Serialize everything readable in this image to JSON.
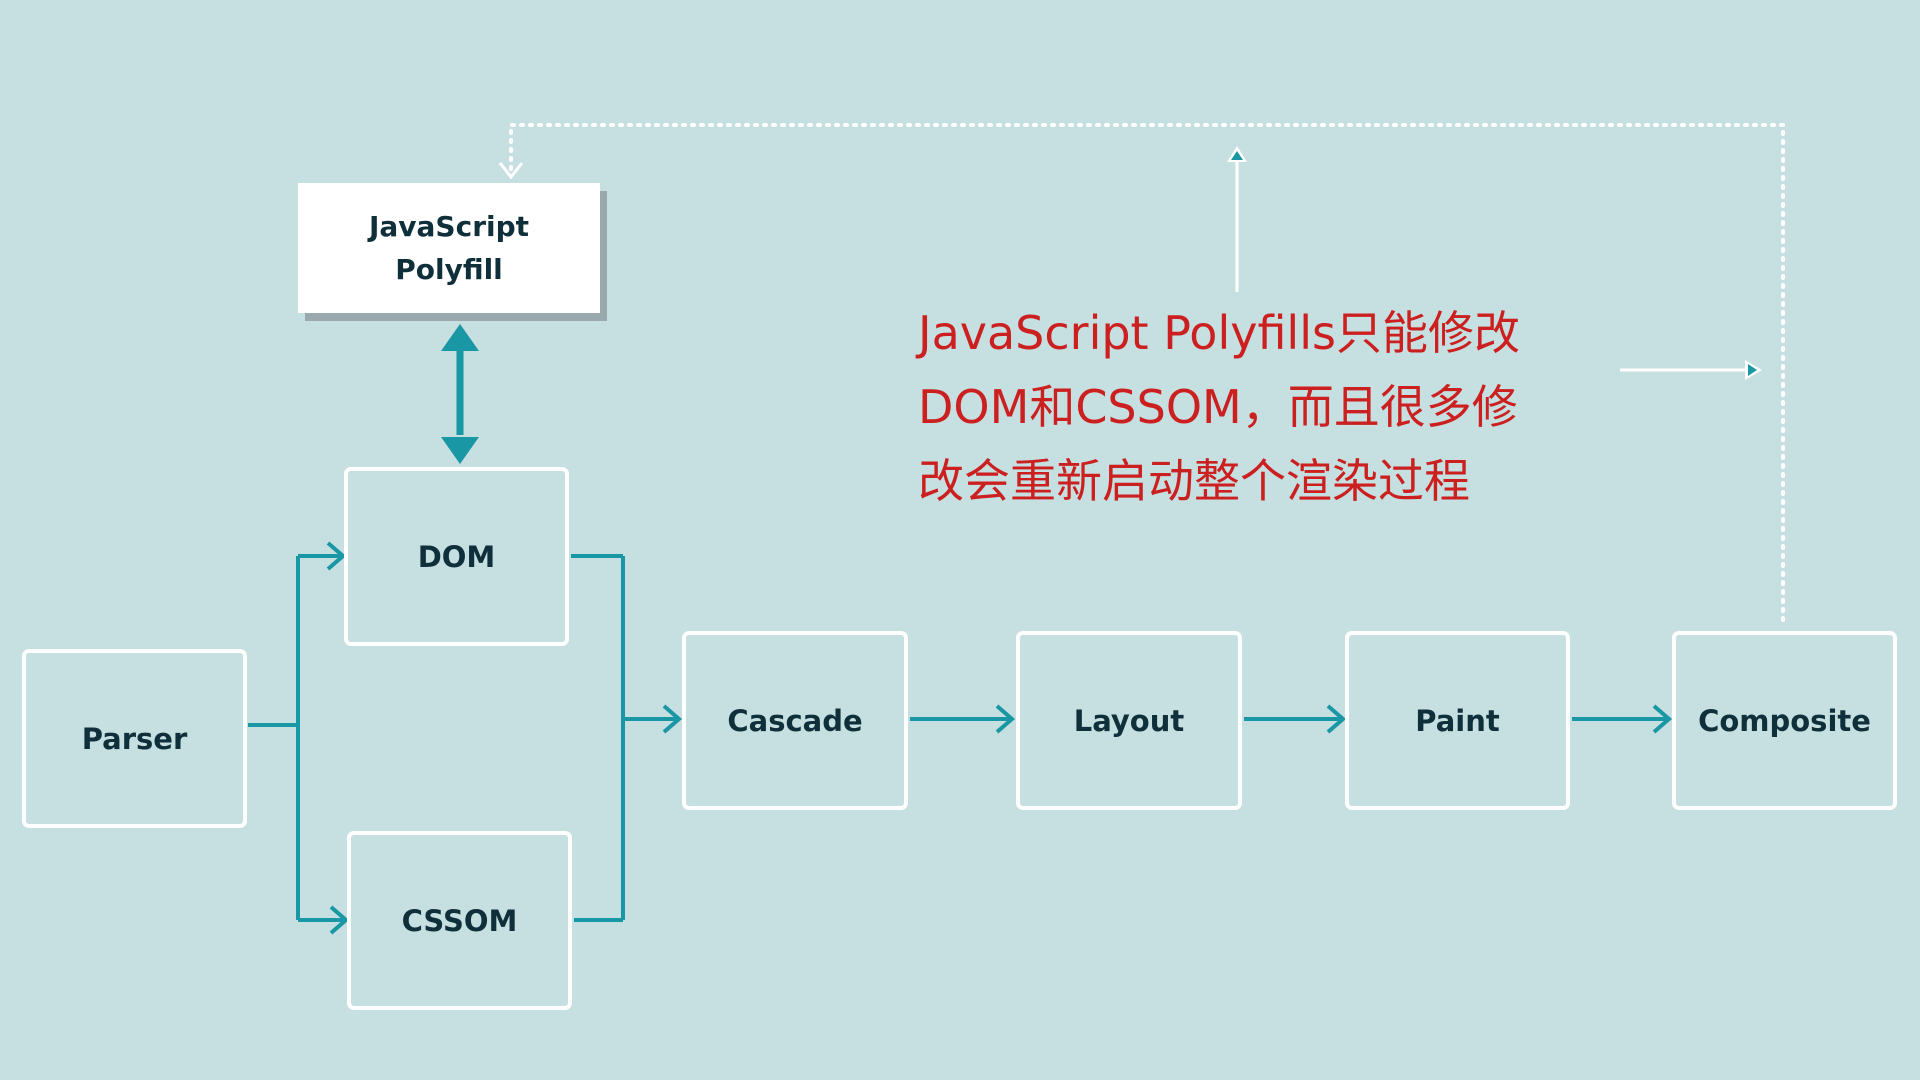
{
  "nodes": {
    "parser": "Parser",
    "dom": "DOM",
    "cssom": "CSSOM",
    "cascade": "Cascade",
    "layout": "Layout",
    "paint": "Paint",
    "composite": "Composite"
  },
  "polyfill": {
    "line1": "JavaScript",
    "line2": "Polyfill"
  },
  "annotation": {
    "line1": "JavaScript Polyfills只能修改",
    "line2": "DOM和CSSOM，而且很多修",
    "line3": "改会重新启动整个渲染过程"
  },
  "colors": {
    "background": "#c6dfe0",
    "box_border": "#ffffff",
    "connector": "#1a97a4",
    "annotation_text": "#cc1f1f",
    "node_text": "#0f2f3a"
  }
}
